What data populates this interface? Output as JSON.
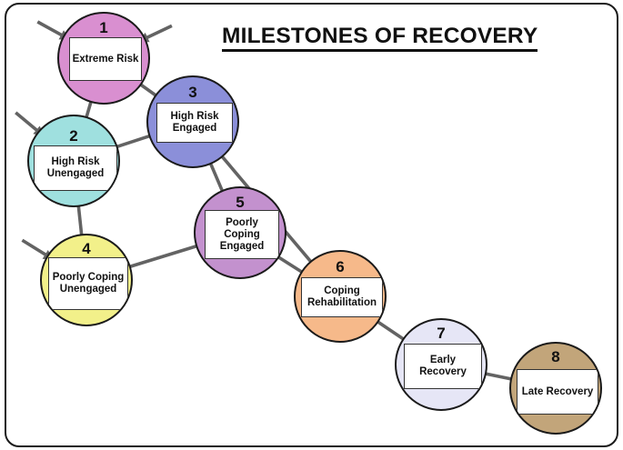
{
  "title": "MILESTONES OF RECOVERY",
  "colors": {
    "arrow": "#636363",
    "border": "#1a1a1a"
  },
  "milestones": [
    {
      "number": "1",
      "label": "Extreme Risk",
      "color": "#d98fd0"
    },
    {
      "number": "2",
      "label": "High Risk Unengaged",
      "color": "#9fe0df"
    },
    {
      "number": "3",
      "label": "High Risk Engaged",
      "color": "#8b8fd9"
    },
    {
      "number": "4",
      "label": "Poorly Coping Unengaged",
      "color": "#f2f08a"
    },
    {
      "number": "5",
      "label": "Poorly Coping Engaged",
      "color": "#c391ce"
    },
    {
      "number": "6",
      "label": "Coping Rehabilitation",
      "color": "#f6b98a"
    },
    {
      "number": "7",
      "label": "Early Recovery",
      "color": "#e6e6f6"
    },
    {
      "number": "8",
      "label": "Late Recovery",
      "color": "#c2a57a"
    }
  ],
  "connections": [
    {
      "from": "1",
      "to": "3",
      "type": "two-way"
    },
    {
      "from": "1",
      "to": "2",
      "type": "two-way"
    },
    {
      "from": "2",
      "to": "3",
      "type": "two-way"
    },
    {
      "from": "2",
      "to": "4",
      "type": "two-way"
    },
    {
      "from": "3",
      "to": "5",
      "type": "two-way"
    },
    {
      "from": "3",
      "to": "6",
      "type": "two-way"
    },
    {
      "from": "4",
      "to": "5",
      "type": "two-way"
    },
    {
      "from": "5",
      "to": "6",
      "type": "two-way"
    },
    {
      "from": "6",
      "to": "7",
      "type": "two-way"
    },
    {
      "from": "7",
      "to": "8",
      "type": "two-way"
    }
  ],
  "entry_points": [
    "1",
    "1",
    "2",
    "4"
  ]
}
